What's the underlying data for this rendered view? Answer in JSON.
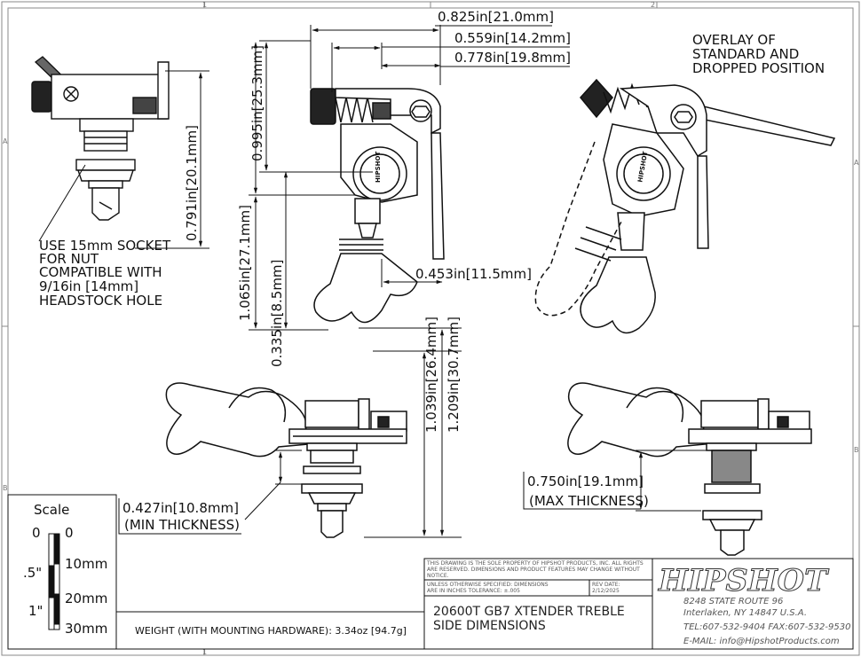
{
  "sheet": {
    "zone_numbers": [
      "1",
      "2"
    ],
    "zone_letters": [
      "A",
      "B"
    ]
  },
  "dimensions": {
    "top_width": "0.825in[21.0mm]",
    "mid_width": "0.559in[14.2mm]",
    "lever_width": "0.778in[19.8mm]",
    "height_lever": "0.995in[25.3mm]",
    "height_tube": "0.791in[20.1mm]",
    "height_post": "1.065in[27.1mm]",
    "height_small": "0.335in[8.5mm]",
    "knob_offset": "0.453in[11.5mm]",
    "min_height": "1.039in[26.4mm]",
    "max_height": "1.209in[30.7mm]",
    "min_thickness": "0.427in[10.8mm]",
    "min_thickness_label": "(MIN THICKNESS)",
    "max_thickness": "0.750in[19.1mm]",
    "max_thickness_label": "(MAX THICKNESS)"
  },
  "notes": {
    "overlay": [
      "OVERLAY OF",
      "STANDARD AND",
      "DROPPED POSITION"
    ],
    "socket": [
      "USE 15mm SOCKET",
      "FOR NUT",
      "COMPATIBLE WITH",
      "9/16in [14mm]",
      "HEADSTOCK HOLE"
    ],
    "weight": "WEIGHT (WITH MOUNTING HARDWARE): 3.34oz [94.7g]"
  },
  "scale": {
    "title": "Scale",
    "left_labels": [
      "0",
      ".5\"",
      "1\""
    ],
    "right_labels": [
      "0",
      "10mm",
      "20mm",
      "30mm"
    ]
  },
  "title_block": {
    "property_notice": [
      "THIS DRAWING IS THE SOLE PROPERTY OF HIPSHOT PRODUCTS, INC. ALL RIGHTS",
      "ARE RESERVED. DIMENSIONS AND PRODUCT FEATURES MAY CHANGE WITHOUT",
      "NOTICE."
    ],
    "tolerance": [
      "UNLESS OTHERWISE SPECIFIED: DIMENSIONS",
      "ARE IN INCHES TOLERANCE: ±.005"
    ],
    "rev_label": "REV DATE:",
    "rev_date": "2/12/2025",
    "part_title": "20600T GB7 XTENDER TREBLE",
    "part_subtitle": "SIDE DIMENSIONS",
    "logo": "HIPSHOT",
    "address": [
      "8248 STATE ROUTE 96",
      "Interlaken, NY 14847 U.S.A."
    ],
    "phone": "TEL:607-532-9404 FAX:607-532-9530",
    "email": "E-MAIL: info@HipshotProducts.com"
  },
  "stamp": "HIPSHOT"
}
